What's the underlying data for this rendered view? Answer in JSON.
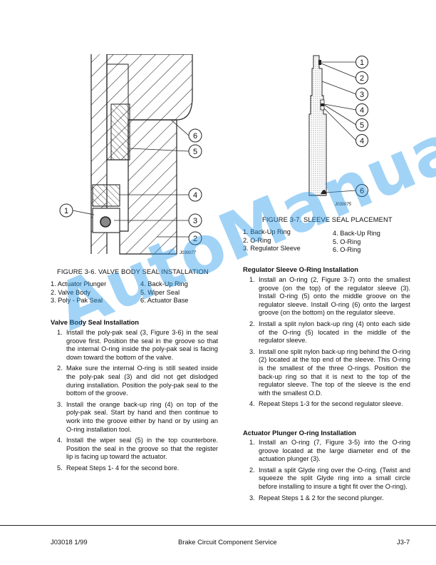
{
  "figure_3_6": {
    "caption": "FIGURE 3-6. VALVE BODY SEAL INSTALLATION",
    "code": "J030077",
    "callouts": [
      "1",
      "2",
      "3",
      "4",
      "5",
      "6"
    ],
    "legend_left": [
      "1. Actuator Plunger",
      "2. Valve Body",
      "3. Poly - Pak Seal"
    ],
    "legend_right": [
      "4. Back-Up Ring",
      "5. Wiper Seal",
      "6. Actuator Base"
    ]
  },
  "figure_3_7": {
    "caption": "FIGURE 3-7. SLEEVE SEAL PLACEMENT",
    "code": "J030075",
    "callouts": [
      "1",
      "2",
      "3",
      "4",
      "5",
      "4",
      "6"
    ],
    "legend_left": [
      "1. Back-Up Ring",
      "2. O-Ring",
      "3. Regulator Sleeve"
    ],
    "legend_right": [
      "4. Back-Up Ring",
      "5. O-Ring",
      "6. O-Ring"
    ]
  },
  "valve_body": {
    "heading": "Valve Body Seal Installation",
    "steps": [
      "Install the poly-pak seal (3, Figure 3-6) in the seal groove first. Position the seal in the groove so that the internal O-ring inside the poly-pak seal is facing down toward the bottom of the valve.",
      "Make sure the internal O-ring is still seated inside the poly-pak seal (3) and did not get dislodged during installation. Position the poly-pak seal to the bottom of the groove.",
      "Install the orange back-up ring (4) on top of the poly-pak seal. Start by hand and then continue to work into the groove either by hand or by using an O-ring installation tool.",
      "Install the wiper seal (5) in the top counterbore. Position the seal in the groove so that the register lip is facing up toward the actuator.",
      "Repeat Steps 1- 4 for the second bore."
    ]
  },
  "regulator_sleeve": {
    "heading": "Regulator Sleeve O-Ring Installation",
    "steps": [
      "Install an O-ring (2, Figure 3-7) onto the smallest groove (on the top) of the regulator sleeve (3). Install O-ring (5) onto the middle groove on the regulator sleeve. Install O-ring (6) onto the largest groove (on the bottom) on the regulator sleeve.",
      "Install a split nylon back-up ring (4) onto each side of the O-ring (5) located in the middle of the regulator sleeve.",
      "Install one split nylon back-up ring behind the O-ring (2) located at the top end of the sleeve. This O-ring is the smallest of the three O-rings. Position the back-up ring so that it is next to the top of the regulator sleeve. The top of the sleeve is the end with the smallest O.D.",
      "Repeat Steps 1-3 for the second regulator sleeve."
    ]
  },
  "actuator_plunger": {
    "heading": "Actuator Plunger O-ring Installation",
    "steps": [
      "Install an O-ring (7, Figure 3-5) into the O-ring groove located at the large diameter end of the actuation plunger (3).",
      "Install a split Glyde ring over the O-ring. (Twist and squeeze the split Glyde ring into a small circle before installing to insure a tight fit over the O-ring).",
      "Repeat Steps 1 & 2 for the second plunger."
    ]
  },
  "footer": {
    "left": "J03018 1/99",
    "center": "Brake Circuit Component Service",
    "right": "J3-7"
  },
  "watermark": "AutoManual",
  "colors": {
    "watermark": "#1a8fe0",
    "ink": "#111111"
  }
}
